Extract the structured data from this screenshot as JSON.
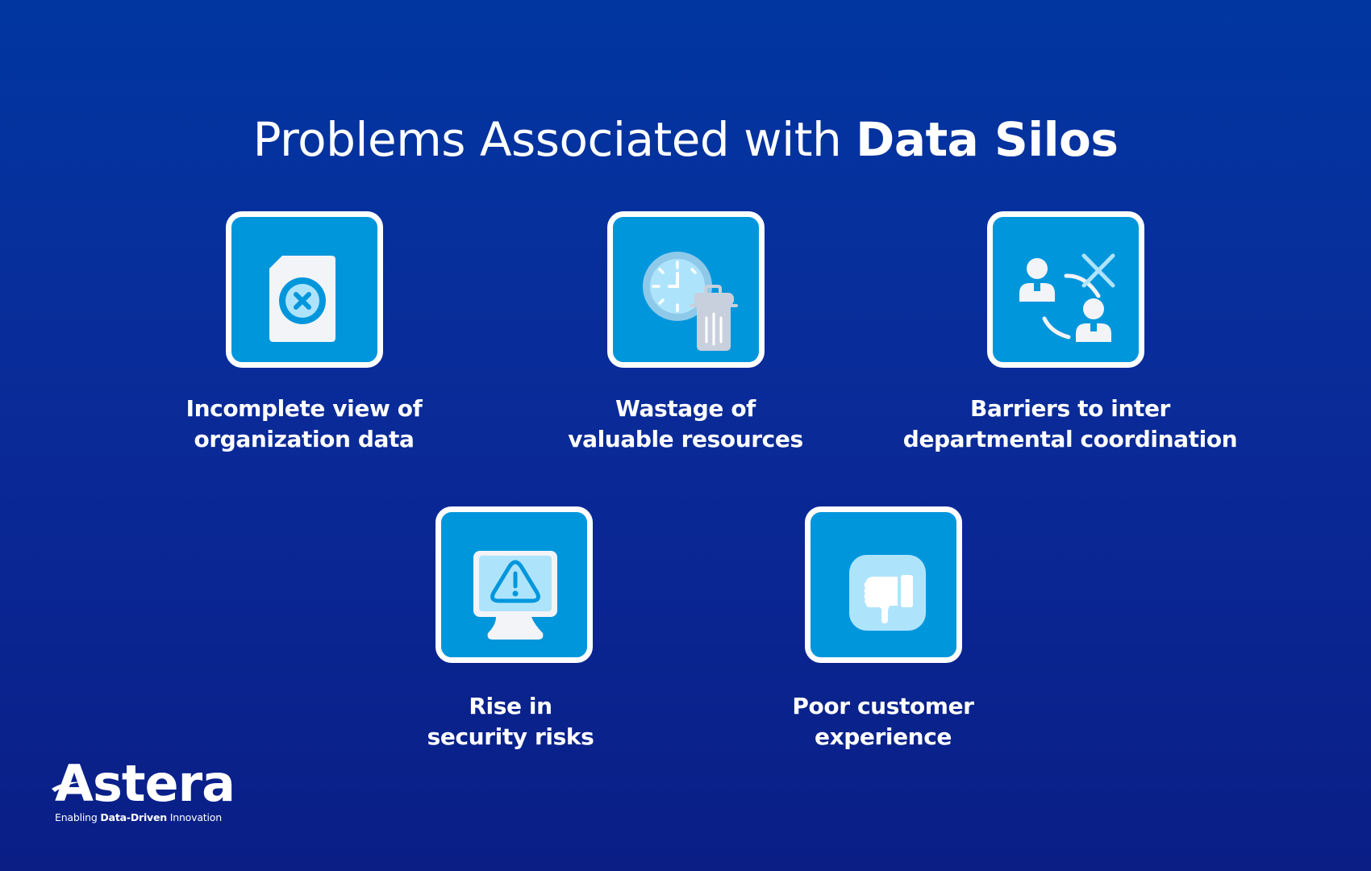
{
  "title": {
    "regular": "Problems Associated with ",
    "bold": "Data Silos"
  },
  "colors": {
    "background_top": "#0136a1",
    "background_bottom": "#0a1e86",
    "card_fill": "#0096dc",
    "card_border": "#ffffff",
    "icon_light": "#aee4fb",
    "icon_offwhite": "#f2f4f7",
    "icon_grey": "#c8d0dd"
  },
  "problems": [
    {
      "icon": "document-error-icon",
      "line1": "Incomplete view of",
      "line2": "organization data"
    },
    {
      "icon": "clock-trash-icon",
      "line1": "Wastage of",
      "line2": "valuable resources"
    },
    {
      "icon": "disconnected-people-icon",
      "line1": "Barriers to inter",
      "line2": "departmental coordination"
    },
    {
      "icon": "monitor-warning-icon",
      "line1": "Rise in",
      "line2": "security risks"
    },
    {
      "icon": "thumbs-down-icon",
      "line1": "Poor customer",
      "line2": "experience"
    }
  ],
  "logo": {
    "name": "Astera",
    "tagline_pre": "Enabling ",
    "tagline_bold": "Data-Driven",
    "tagline_post": " Innovation"
  }
}
